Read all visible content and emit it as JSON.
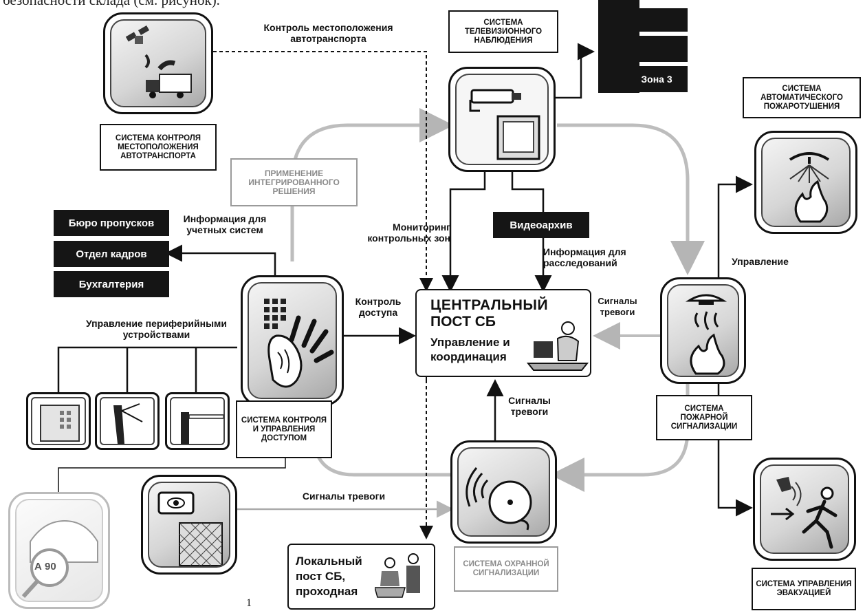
{
  "top_text": "безопасности склада (см. рисунок).",
  "nodes": {
    "vehicle_tracking": "СИСТЕМА КОНТРОЛЯ МЕСТОПОЛОЖЕНИЯ АВТОТРАНСПОРТА",
    "integrated": "ПРИМЕНЕНИЕ ИНТЕГРИРОВАННОГО РЕШЕНИЯ",
    "cctv": "СИСТЕМА ТЕЛЕВИЗИОННОГО НАБЛЮДЕНИЯ",
    "fire_ext": "СИСТЕМА АВТОМАТИЧЕСКОГО ПОЖАРОТУШЕНИЯ",
    "access": "СИСТЕМА КОНТРОЛЯ И УПРАВЛЕНИЯ ДОСТУПОМ",
    "fire_alarm": "СИСТЕМА ПОЖАРНОЙ СИГНАЛИЗАЦИИ",
    "security_alarm": "СИСТЕМА ОХРАННОЙ СИГНАЛИЗАЦИИ",
    "evacuation": "СИСТЕМА УПРАВЛЕНИЯ ЭВАКУАЦИЕЙ"
  },
  "central": {
    "title_line1": "ЦЕНТРАЛЬНЫЙ",
    "title_line2": "ПОСТ СБ",
    "sub_line1": "Управление и",
    "sub_line2": "координация"
  },
  "local_post": {
    "line1": "Локальный",
    "line2": "пост СБ,",
    "line3": "проходная"
  },
  "dark_boxes": {
    "passes": "Бюро пропусков",
    "hr": "Отдел кадров",
    "accounting": "Бухгалтерия",
    "video_archive": "Видеоархив",
    "zone3": "Зона 3"
  },
  "edge_labels": {
    "vehicle_control": "Контроль местоположения автотранспорта",
    "info_accounting": "Информация для учетных систем",
    "peripherals": "Управление периферийными устройствами",
    "monitoring": "Мониторинг контрольных зон",
    "investigation": "Информация для расследований",
    "access_control": "Контроль доступа",
    "alarms_right": "Сигналы тревоги",
    "control": "Управление",
    "alarms_mid": "Сигналы тревоги",
    "alarms_bottom": "Сигналы тревоги"
  },
  "plate": "А 90",
  "footer_mark": "1"
}
